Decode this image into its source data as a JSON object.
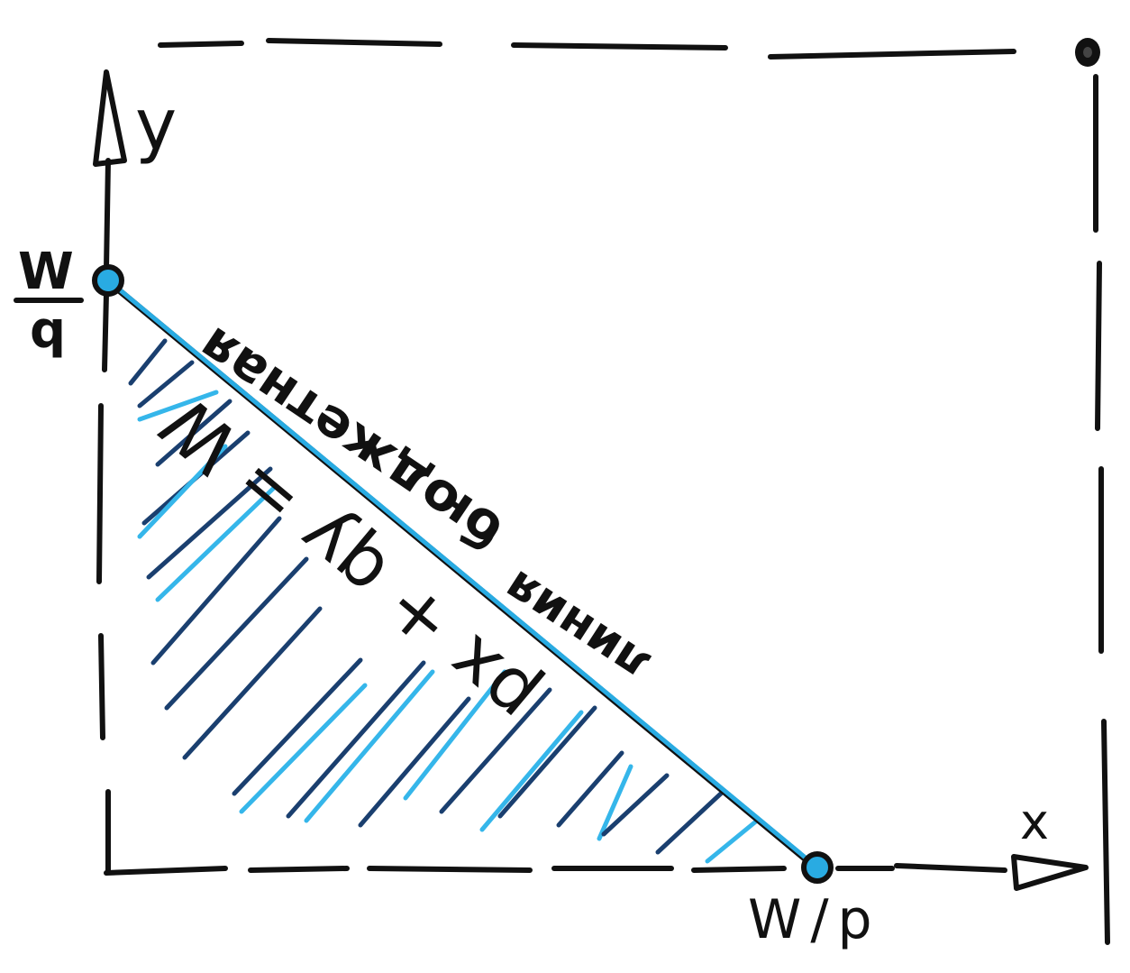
{
  "axes": {
    "x_label": "x",
    "y_label": "y"
  },
  "intercepts": {
    "y_numerator": "W",
    "y_denominator": "q",
    "x_label": "W/p"
  },
  "budget_line": {
    "label_word1": "бюджетная",
    "label_word2": "линия",
    "equation": "px + qy = W"
  },
  "colors": {
    "ink": "#111111",
    "line_blue": "#29abe2",
    "hatch_dark": "#1a3f6f",
    "hatch_light": "#35b6ea"
  }
}
